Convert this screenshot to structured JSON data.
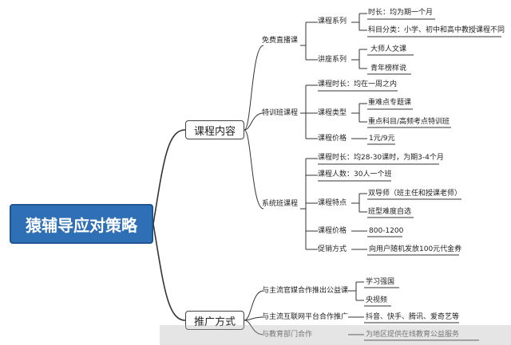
{
  "root": "猿辅导应对策略",
  "branch1": {
    "label": "课程内容",
    "free": {
      "label": "免费直播课",
      "series": {
        "label": "课程系列",
        "duration": "时长：均为期一个月",
        "subjects": "科目分类：小学、初中和高中教授课程不同"
      },
      "lecture": {
        "label": "讲座系列",
        "items": [
          "大师人文课",
          "青年榜样说"
        ]
      }
    },
    "training": {
      "label": "特训班课程",
      "duration": "课程时长：均在一周之内",
      "type": {
        "label": "课程类型",
        "items": [
          "重难点专题课",
          "重点科目/高频考点特训班"
        ]
      },
      "price": {
        "label": "课程价格",
        "value": "1元/9元"
      }
    },
    "system": {
      "label": "系统班课程",
      "duration": "课程时长：均28-30课时，为期3-4个月",
      "size": "课程人数：30人一个班",
      "feature": {
        "label": "课程特点",
        "items": [
          "双导师（班主任和授课老师）",
          "班型难度自选"
        ]
      },
      "price": {
        "label": "课程价格",
        "value": "800-1200"
      },
      "promo": {
        "label": "促销方式",
        "value": "向用户随机发放100元代金券"
      }
    }
  },
  "branch2": {
    "label": "推广方式",
    "media": {
      "label": "与主流官媒合作推出公益课",
      "items": [
        "学习强国",
        "央视频"
      ]
    },
    "internet": {
      "label": "与主流互联网平台合作推广",
      "value": "抖音、快手、腾讯、爱奇艺等"
    },
    "other": {
      "label": "与教育部门合作",
      "value": "为地区提供在线教育公益服务"
    }
  },
  "colors": {
    "root_fill": "#2f6fb5",
    "line": "#333333"
  }
}
